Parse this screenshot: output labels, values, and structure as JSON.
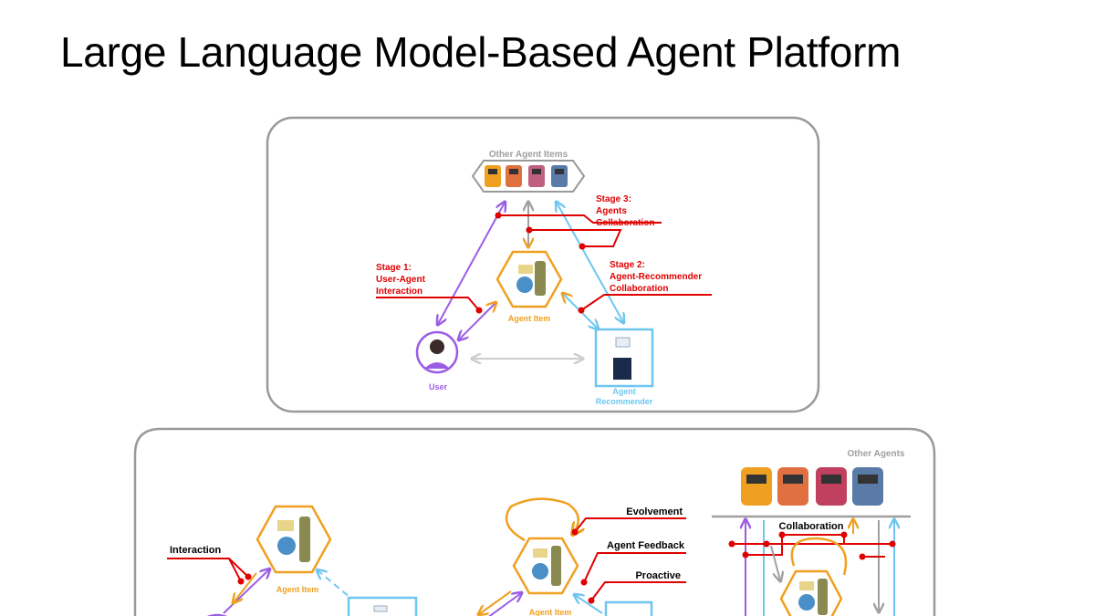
{
  "title": "Large Language Model-Based Agent Platform",
  "colors": {
    "user": "#9b5de5",
    "agent_item": "#f0a020",
    "recommender": "#6ec6f0",
    "stage": "#e00000",
    "neutral": "#a0a0a0",
    "frame": "#999999"
  },
  "top_panel": {
    "other_agent_items_label": "Other Agent Items",
    "agent_item_label": "Agent Item",
    "user_label": "User",
    "recommender_label_line1": "Agent",
    "recommender_label_line2": "Recommender",
    "stage1": [
      "Stage 1:",
      "User-Agent",
      "Interaction"
    ],
    "stage2": [
      "Stage 2:",
      "Agent-Recommender",
      "Collaboration"
    ],
    "stage3": [
      "Stage 3:",
      "Agents",
      "Collaboration"
    ]
  },
  "bottom_panel": {
    "interaction_label": "Interaction",
    "agent_item_label_left": "Agent Item",
    "agent_item_label_mid": "Agent Item",
    "evolvement_label": "Evolvement",
    "agent_feedback_label": "Agent Feedback",
    "proactive_label": "Proactive",
    "other_agents_label": "Other Agents",
    "collaboration_label": "Collaboration"
  }
}
